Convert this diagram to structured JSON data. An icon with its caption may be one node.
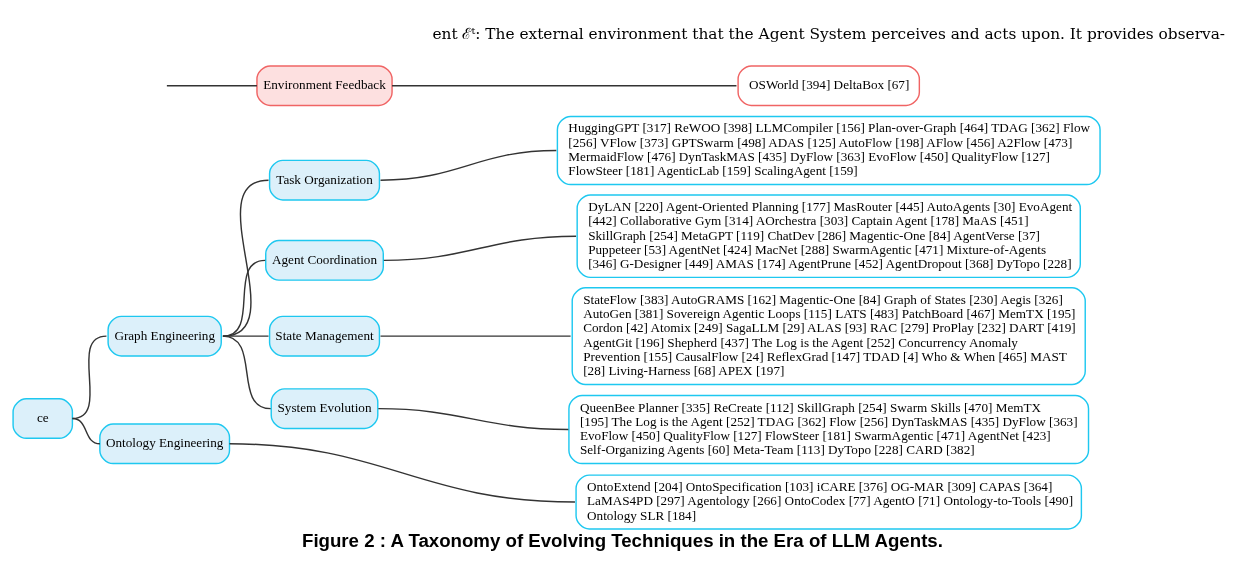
{
  "diagram": {
    "caption": "Figure 2 : A Taxonomy of Evolving Techniques in the Era of LLM Agents.",
    "nodes": [
      {
        "text": [
          "ce"
        ]
      },
      {
        "text": [
          "Environment Feedback"
        ]
      },
      {
        "text": [
          "OSWorld [394] DeltaBox [67]"
        ]
      },
      {
        "text": [
          "Graph Engineering"
        ]
      },
      {
        "text": [
          "Task Organization"
        ]
      },
      {
        "text": [
          "HuggingGPT [317] ReWOO [398] LLMCompiler [156] Plan-over-Graph [464] TDAG [362] Flow [256] VFlow [373] GPTSwarm [498] ADAS [125] AutoFlow [198] AFlow [456] A2Flow [473] MermaidFlow [476] DynTaskMAS [435] DyFlow [363] EvoFlow [450] QualityFlow [127] FlowSteer [181] AgenticLab [159] ScalingAgent [159]"
        ]
      },
      {
        "text": [
          "Agent Coordination"
        ]
      },
      {
        "text": [
          "DyLAN [220] Agent-Oriented Planning [177] MasRouter [445] AutoAgents [30] EvoAgent [442] Collaborative Gym [314] AOrchestra [303] Captain Agent [178] MaAS [451] SkillGraph [254] MetaGPT [119] ChatDev [286] Magentic-One [84] AgentVerse [37] Puppeteer [53] AgentNet [424] MacNet [288] SwarmAgentic [471] Mixture-of-Agents [346] G-Designer [449] AMAS [174] AgentPrune [452] AgentDropout [368] DyTopo [228]"
        ]
      },
      {
        "text": [
          "State Management"
        ]
      },
      {
        "text": [
          "StateFlow [383] AutoGRAMS [162] Magentic-One [84] Graph of States [230] Aegis [326] AutoGen [381] Sovereign Agentic Loops [115] LATS [483] PatchBoard [467] MemTX [195] Cordon [42] Atomix [249] SagaLLM [29] ALAS [93] RAC [279] ProPlay [232] DART [419] AgentGit [196] Shepherd [437] The Log is the Agent [252] Concurrency Anomaly Prevention [155] CausalFlow [24] ReflexGrad [147] TDAD [4] Who & When [465] MAST [28] Living-Harness [68] APEX [197]"
        ]
      },
      {
        "text": [
          "System Evolution"
        ]
      },
      {
        "text": [
          "QueenBee Planner [335] ReCreate [112] SkillGraph [254] Swarm Skills [470] MemTX [195] The Log is the Agent [252] TDAG [362] Flow [256] DynTaskMAS [435] DyFlow [363] EvoFlow [450] QualityFlow [127] FlowSteer [181] SwarmAgentic [471] AgentNet [423] Self-Organizing Agents [60] Meta-Team [113] DyTopo [228] CARD [382]"
        ]
      },
      {
        "text": [
          "Ontology Engineering"
        ]
      },
      {
        "text": [
          "OntoExtend [204] OntoSpecification [103] iCARE [376] OG-MAR [309] CAPAS [364] LaMAS4PD [297] Agentology [266] OntoCodex [77] AgentO [71] Ontology-to-Tools [490] Ontology SLR [184]"
        ]
      }
    ],
    "edges": [
      {
        "from": null,
        "to": 1,
        "arrow": "none"
      },
      {
        "from": 1,
        "to": 2,
        "arrow": "none"
      },
      {
        "from": 0,
        "to": 3,
        "arrow": "none"
      },
      {
        "from": 3,
        "to": 4,
        "arrow": "none"
      },
      {
        "from": 4,
        "to": 5,
        "arrow": "none"
      },
      {
        "from": 3,
        "to": 6,
        "arrow": "none"
      },
      {
        "from": 6,
        "to": 7,
        "arrow": "none"
      },
      {
        "from": 3,
        "to": 8,
        "arrow": "none"
      },
      {
        "from": 8,
        "to": 9,
        "arrow": "none"
      },
      {
        "from": 3,
        "to": 10,
        "arrow": "none"
      },
      {
        "from": 10,
        "to": 11,
        "arrow": "none"
      },
      {
        "from": 0,
        "to": 12,
        "arrow": "none"
      },
      {
        "from": 12,
        "to": 13,
        "arrow": "none"
      }
    ],
    "labels": [
      "ent ℰᵗ: The external environment that the Agent System perceives and acts upon. It provides observa-"
    ]
  }
}
